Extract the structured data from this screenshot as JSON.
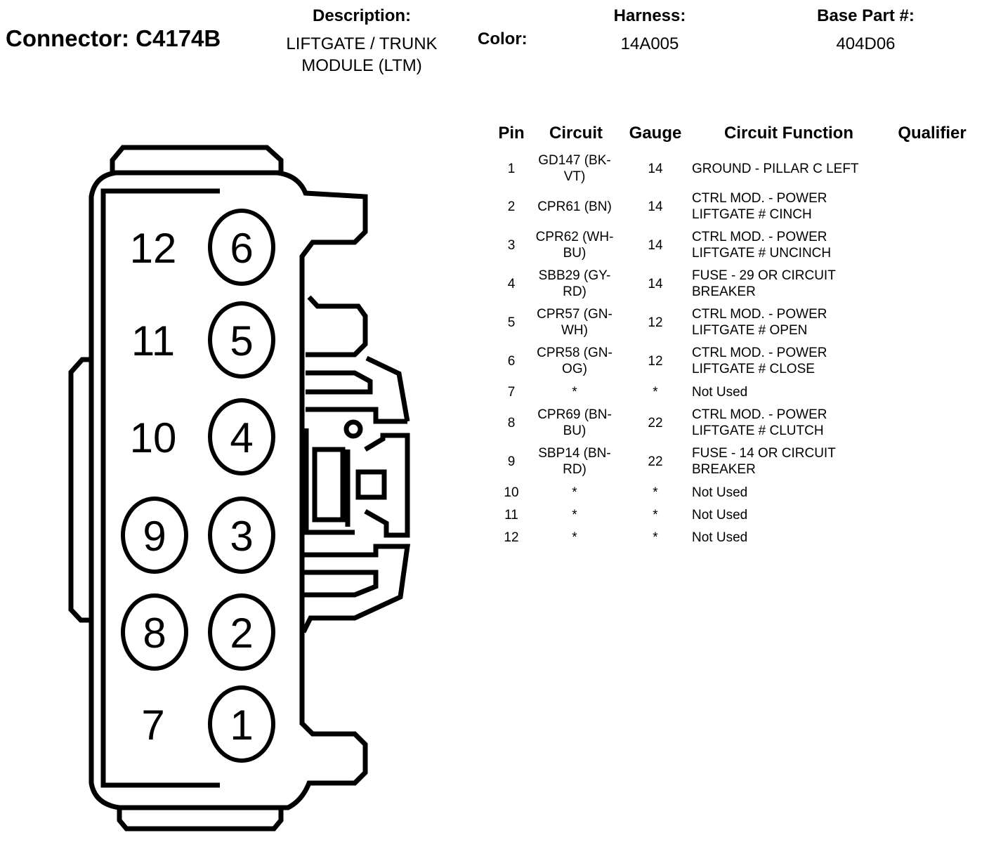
{
  "header": {
    "connector_label": "Connector: C4174B",
    "description_label": "Description:",
    "description_value": "LIFTGATE / TRUNK MODULE (LTM)",
    "color_label": "Color:",
    "color_value": "",
    "harness_label": "Harness:",
    "harness_value": "14A005",
    "base_part_label": "Base Part #:",
    "base_part_value": "404D06"
  },
  "table": {
    "columns": [
      "Pin",
      "Circuit",
      "Gauge",
      "Circuit Function",
      "Qualifier"
    ],
    "rows": [
      {
        "pin": "1",
        "circuit": "GD147 (BK-VT)",
        "gauge": "14",
        "function": "GROUND - PILLAR C LEFT",
        "qualifier": ""
      },
      {
        "pin": "2",
        "circuit": "CPR61 (BN)",
        "gauge": "14",
        "function": "CTRL MOD. - POWER LIFTGATE # CINCH",
        "qualifier": ""
      },
      {
        "pin": "3",
        "circuit": "CPR62 (WH-BU)",
        "gauge": "14",
        "function": "CTRL MOD. - POWER LIFTGATE # UNCINCH",
        "qualifier": ""
      },
      {
        "pin": "4",
        "circuit": "SBB29 (GY-RD)",
        "gauge": "14",
        "function": "FUSE - 29 OR CIRCUIT BREAKER",
        "qualifier": ""
      },
      {
        "pin": "5",
        "circuit": "CPR57 (GN-WH)",
        "gauge": "12",
        "function": "CTRL MOD. - POWER LIFTGATE # OPEN",
        "qualifier": ""
      },
      {
        "pin": "6",
        "circuit": "CPR58 (GN-OG)",
        "gauge": "12",
        "function": "CTRL MOD. - POWER LIFTGATE # CLOSE",
        "qualifier": ""
      },
      {
        "pin": "7",
        "circuit": "*",
        "gauge": "*",
        "function": "Not Used",
        "qualifier": ""
      },
      {
        "pin": "8",
        "circuit": "CPR69 (BN-BU)",
        "gauge": "22",
        "function": "CTRL MOD. - POWER LIFTGATE # CLUTCH",
        "qualifier": ""
      },
      {
        "pin": "9",
        "circuit": "SBP14 (BN-RD)",
        "gauge": "22",
        "function": "FUSE - 14 OR CIRCUIT BREAKER",
        "qualifier": ""
      },
      {
        "pin": "10",
        "circuit": "*",
        "gauge": "*",
        "function": "Not Used",
        "qualifier": ""
      },
      {
        "pin": "11",
        "circuit": "*",
        "gauge": "*",
        "function": "Not Used",
        "qualifier": ""
      },
      {
        "pin": "12",
        "circuit": "*",
        "gauge": "*",
        "function": "Not Used",
        "qualifier": ""
      }
    ]
  },
  "connector_face": {
    "circled_pins": [
      "1",
      "2",
      "3",
      "4",
      "5",
      "6",
      "8",
      "9"
    ],
    "plain_pins": [
      "7",
      "10",
      "11",
      "12"
    ]
  }
}
